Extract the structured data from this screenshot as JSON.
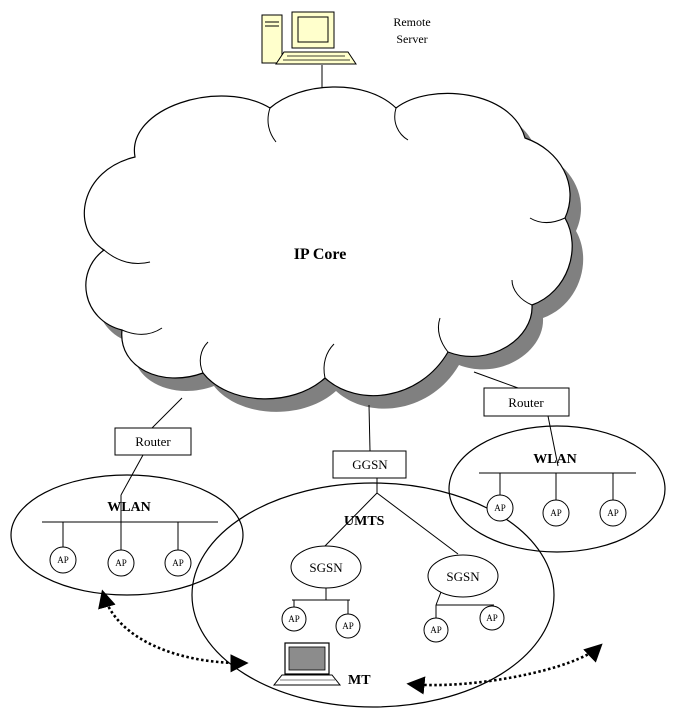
{
  "remote_server": {
    "line1": "Remote",
    "line2": "Server"
  },
  "ip_core": {
    "label": "IP Core"
  },
  "routers": {
    "left": "Router",
    "right": "Router"
  },
  "ggsn": {
    "label": "GGSN"
  },
  "umts": {
    "label": "UMTS"
  },
  "wlan_left": {
    "label": "WLAN",
    "aps": [
      "AP",
      "AP",
      "AP"
    ]
  },
  "wlan_right": {
    "label": "WLAN",
    "aps": [
      "AP",
      "AP",
      "AP"
    ]
  },
  "sgsn_left": {
    "label": "SGSN",
    "aps": [
      "AP",
      "AP"
    ]
  },
  "sgsn_right": {
    "label": "SGSN",
    "aps": [
      "AP",
      "AP"
    ]
  },
  "mobile_terminal": {
    "label": "MT"
  },
  "icons": {
    "server": "desktop-computer-icon",
    "terminal": "laptop-icon"
  },
  "colors": {
    "stroke": "#000000",
    "cloud_shadow": "#808080",
    "computer_body": "#ffffcc",
    "screen": "#ffffcc"
  }
}
